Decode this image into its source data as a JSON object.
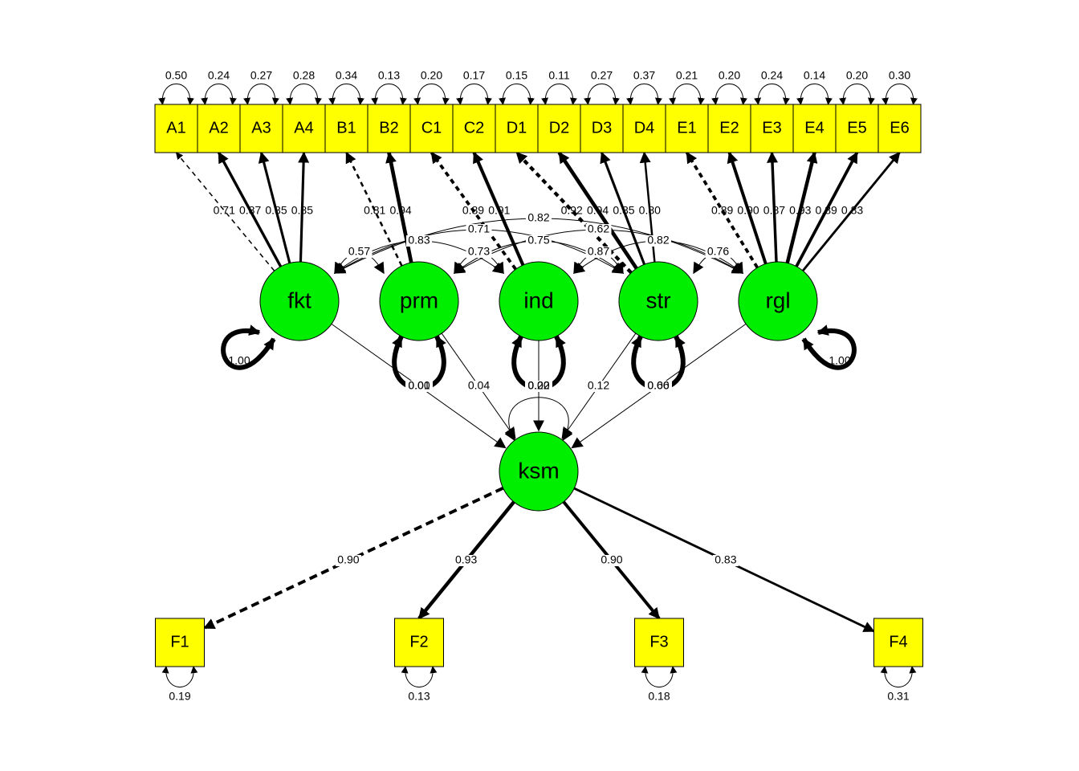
{
  "colors": {
    "observed_fill": "#ffff00",
    "latent_fill": "#00ee00",
    "line": "#000000",
    "background": "#ffffff"
  },
  "observed_top": [
    {
      "name": "A1",
      "var": "0.50"
    },
    {
      "name": "A2",
      "var": "0.24"
    },
    {
      "name": "A3",
      "var": "0.27"
    },
    {
      "name": "A4",
      "var": "0.28"
    },
    {
      "name": "B1",
      "var": "0.34"
    },
    {
      "name": "B2",
      "var": "0.13"
    },
    {
      "name": "C1",
      "var": "0.20"
    },
    {
      "name": "C2",
      "var": "0.17"
    },
    {
      "name": "D1",
      "var": "0.15"
    },
    {
      "name": "D2",
      "var": "0.11"
    },
    {
      "name": "D3",
      "var": "0.27"
    },
    {
      "name": "D4",
      "var": "0.37"
    },
    {
      "name": "E1",
      "var": "0.21"
    },
    {
      "name": "E2",
      "var": "0.20"
    },
    {
      "name": "E3",
      "var": "0.24"
    },
    {
      "name": "E4",
      "var": "0.14"
    },
    {
      "name": "E5",
      "var": "0.20"
    },
    {
      "name": "E6",
      "var": "0.30"
    }
  ],
  "observed_bottom": [
    {
      "name": "F1",
      "var": "0.19"
    },
    {
      "name": "F2",
      "var": "0.13"
    },
    {
      "name": "F3",
      "var": "0.18"
    },
    {
      "name": "F4",
      "var": "0.31"
    }
  ],
  "latents": [
    {
      "name": "fkt",
      "var": "1.00"
    },
    {
      "name": "prm",
      "var": "0.00"
    },
    {
      "name": "ind",
      "var": "0.00"
    },
    {
      "name": "str",
      "var": "0.00"
    },
    {
      "name": "rgl",
      "var": "1.00"
    }
  ],
  "outcome": {
    "name": "ksm",
    "var": "0.22"
  },
  "loadings": [
    {
      "from": "fkt",
      "to": "A1",
      "value": "0.71",
      "dashed": true
    },
    {
      "from": "fkt",
      "to": "A2",
      "value": "0.87"
    },
    {
      "from": "fkt",
      "to": "A3",
      "value": "0.85"
    },
    {
      "from": "fkt",
      "to": "A4",
      "value": "0.85"
    },
    {
      "from": "prm",
      "to": "B1",
      "value": "0.81",
      "dashed": true
    },
    {
      "from": "prm",
      "to": "B2",
      "value": "0.94"
    },
    {
      "from": "ind",
      "to": "C1",
      "value": "0.89",
      "dashed": true
    },
    {
      "from": "ind",
      "to": "C2",
      "value": "0.91"
    },
    {
      "from": "str",
      "to": "D1",
      "value": "0.92",
      "dashed": true
    },
    {
      "from": "str",
      "to": "D2",
      "value": "0.94"
    },
    {
      "from": "str",
      "to": "D3",
      "value": "0.85"
    },
    {
      "from": "str",
      "to": "D4",
      "value": "0.80"
    },
    {
      "from": "rgl",
      "to": "E1",
      "value": "0.89",
      "dashed": true
    },
    {
      "from": "rgl",
      "to": "E2",
      "value": "0.90"
    },
    {
      "from": "rgl",
      "to": "E3",
      "value": "0.87"
    },
    {
      "from": "rgl",
      "to": "E4",
      "value": "0.93"
    },
    {
      "from": "rgl",
      "to": "E5",
      "value": "0.89"
    },
    {
      "from": "rgl",
      "to": "E6",
      "value": "0.83"
    }
  ],
  "covariances": [
    {
      "a": "fkt",
      "b": "prm",
      "value": "0.57"
    },
    {
      "a": "prm",
      "b": "ind",
      "value": "0.73"
    },
    {
      "a": "ind",
      "b": "str",
      "value": "0.87"
    },
    {
      "a": "str",
      "b": "rgl",
      "value": "0.76"
    },
    {
      "a": "fkt",
      "b": "ind",
      "value": "0.83"
    },
    {
      "a": "prm",
      "b": "str",
      "value": "0.75"
    },
    {
      "a": "ind",
      "b": "rgl",
      "value": "0.82"
    },
    {
      "a": "fkt",
      "b": "str",
      "value": "0.71"
    },
    {
      "a": "prm",
      "b": "rgl",
      "value": "0.62"
    },
    {
      "a": "fkt",
      "b": "rgl",
      "value": "0.82"
    }
  ],
  "regressions": [
    {
      "from": "fkt",
      "value": "0.01"
    },
    {
      "from": "prm",
      "value": "0.04"
    },
    {
      "from": "ind",
      "value": "0.22"
    },
    {
      "from": "str",
      "value": "0.12"
    },
    {
      "from": "rgl",
      "value": "0.66"
    }
  ],
  "outcome_loadings": [
    {
      "to": "F1",
      "value": "0.90",
      "dashed": true
    },
    {
      "to": "F2",
      "value": "0.93"
    },
    {
      "to": "F3",
      "value": "0.90"
    },
    {
      "to": "F4",
      "value": "0.83"
    }
  ]
}
